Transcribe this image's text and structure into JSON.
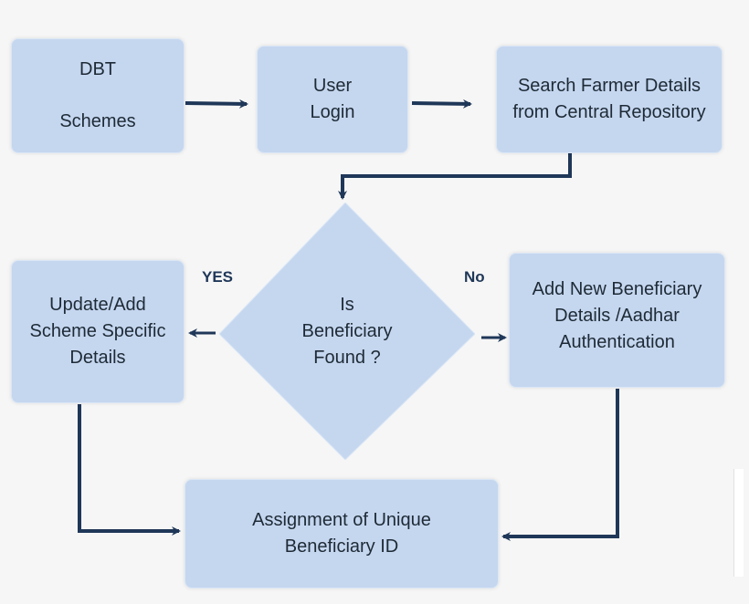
{
  "nodes": {
    "dbt": {
      "lines": [
        "DBT",
        "Schemes"
      ]
    },
    "login": {
      "lines": [
        "User",
        "Login"
      ]
    },
    "search": {
      "lines": [
        "Search Farmer Details",
        "from Central Repository"
      ]
    },
    "decision": {
      "lines": [
        "Is",
        "Beneficiary",
        "Found ?"
      ]
    },
    "update": {
      "lines": [
        "Update/Add",
        "Scheme Specific",
        "Details"
      ]
    },
    "add_new": {
      "lines": [
        "Add New Beneficiary",
        "Details /Aadhar",
        "Authentication"
      ]
    },
    "assign": {
      "lines": [
        "Assignment of Unique",
        "Beneficiary ID"
      ]
    }
  },
  "edges": {
    "yes_label": "YES",
    "no_label": "No"
  },
  "colors": {
    "box_fill": "#c5d7ef",
    "arrow": "#1f3758",
    "background": "#f6f6f6"
  }
}
